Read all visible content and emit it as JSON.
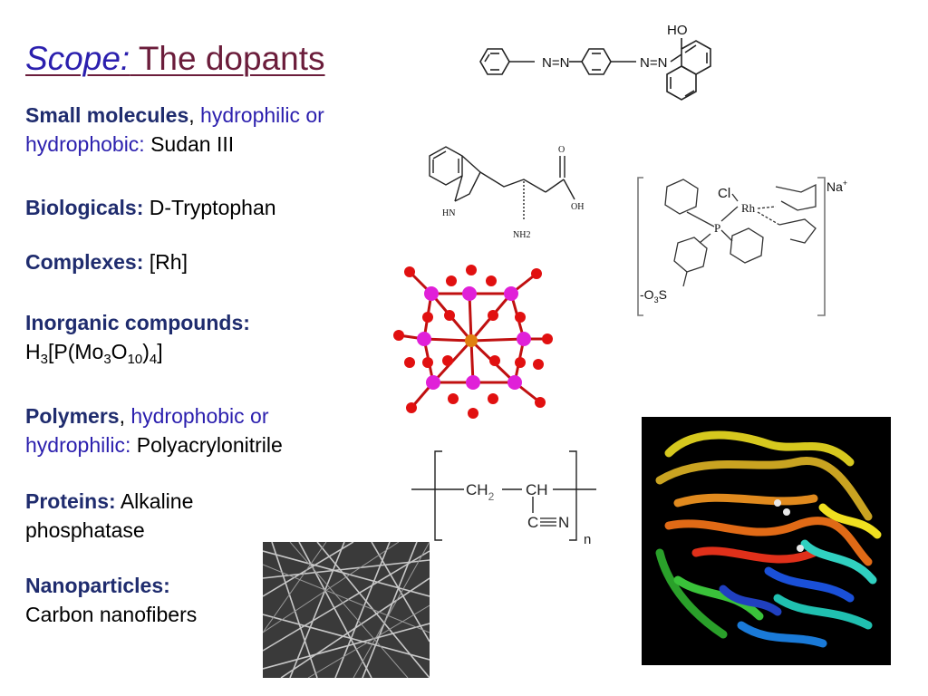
{
  "colors": {
    "scope": "#2b1fae",
    "title": "#6b1d3b",
    "heading": "#1f2c6e",
    "note": "#2b1fae",
    "body": "#000000"
  },
  "title": {
    "scope": "Scope:",
    "main": " The dopants"
  },
  "items": [
    {
      "heading": "Small molecules",
      "sep": ", ",
      "note_l1": "hydrophilic or",
      "note_l2": "hydrophobic:",
      "value": " Sudan III"
    },
    {
      "heading": "Biologicals",
      "colon": ":",
      "value": " D-Tryptophan"
    },
    {
      "heading": "Complexes",
      "colon": ":",
      "value": " [Rh]"
    },
    {
      "heading": "Inorganic compounds",
      "colon": ":",
      "formula": {
        "p1": "H",
        "s1": "3",
        "p2": "[P(Mo",
        "s2": "3",
        "p3": "O",
        "s3": "10",
        "p4": ")",
        "s4": "4",
        "p5": "]"
      }
    },
    {
      "heading": "Polymers",
      "sep": ", ",
      "note_l1": "hydrophobic or",
      "note_l2": "hydrophilic:",
      "value": " Polyacrylonitrile"
    },
    {
      "heading": "Proteins",
      "colon": ":",
      "value_l1": " Alkaline",
      "value_l2": "phosphatase"
    },
    {
      "heading": "Nanoparticles",
      "colon": ":",
      "value": "Carbon nanofibers"
    }
  ],
  "chem": {
    "sudan_ho": "HO",
    "sudan_n1": "N=N",
    "sudan_n2": "N=N",
    "trp_o": "O",
    "trp_oh": "OH",
    "trp_hn": "HN",
    "trp_nh2": "NH2",
    "rh_cl": "Cl",
    "rh_rh": "Rh",
    "rh_p": "P",
    "rh_na": "Na",
    "rh_plus": "+",
    "rh_o3s": "-O",
    "rh_o3s_sub": "3",
    "rh_s": "S",
    "pan_ch2": "CH",
    "pan_ch2_sub": "2",
    "pan_ch": "CH",
    "pan_c": "C",
    "pan_n": "N",
    "pan_n_sub": "n"
  }
}
